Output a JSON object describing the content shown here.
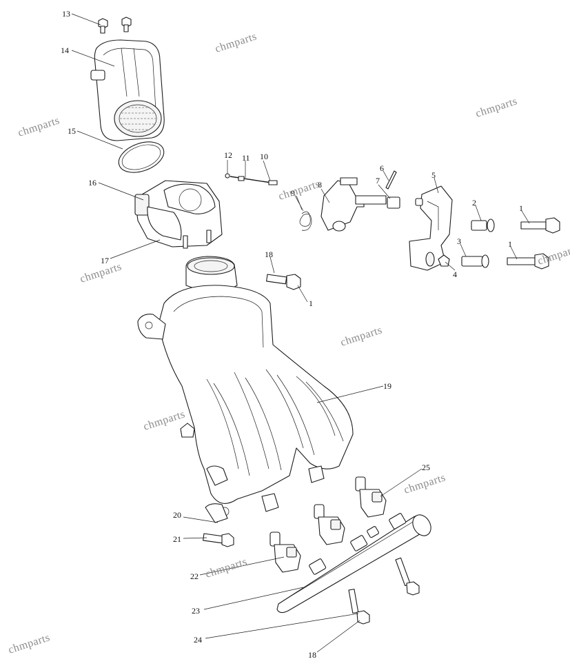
{
  "watermark": "chmparts",
  "callouts": [
    "1",
    "2",
    "3",
    "4",
    "5",
    "6",
    "7",
    "8",
    "9",
    "10",
    "11",
    "12",
    "13",
    "14",
    "15",
    "16",
    "17",
    "18",
    "19",
    "20",
    "21",
    "22",
    "23",
    "24",
    "25"
  ],
  "colors": {
    "line": "#1a1a1a",
    "watermark": "#8c8c8c",
    "background": "#ffffff"
  }
}
